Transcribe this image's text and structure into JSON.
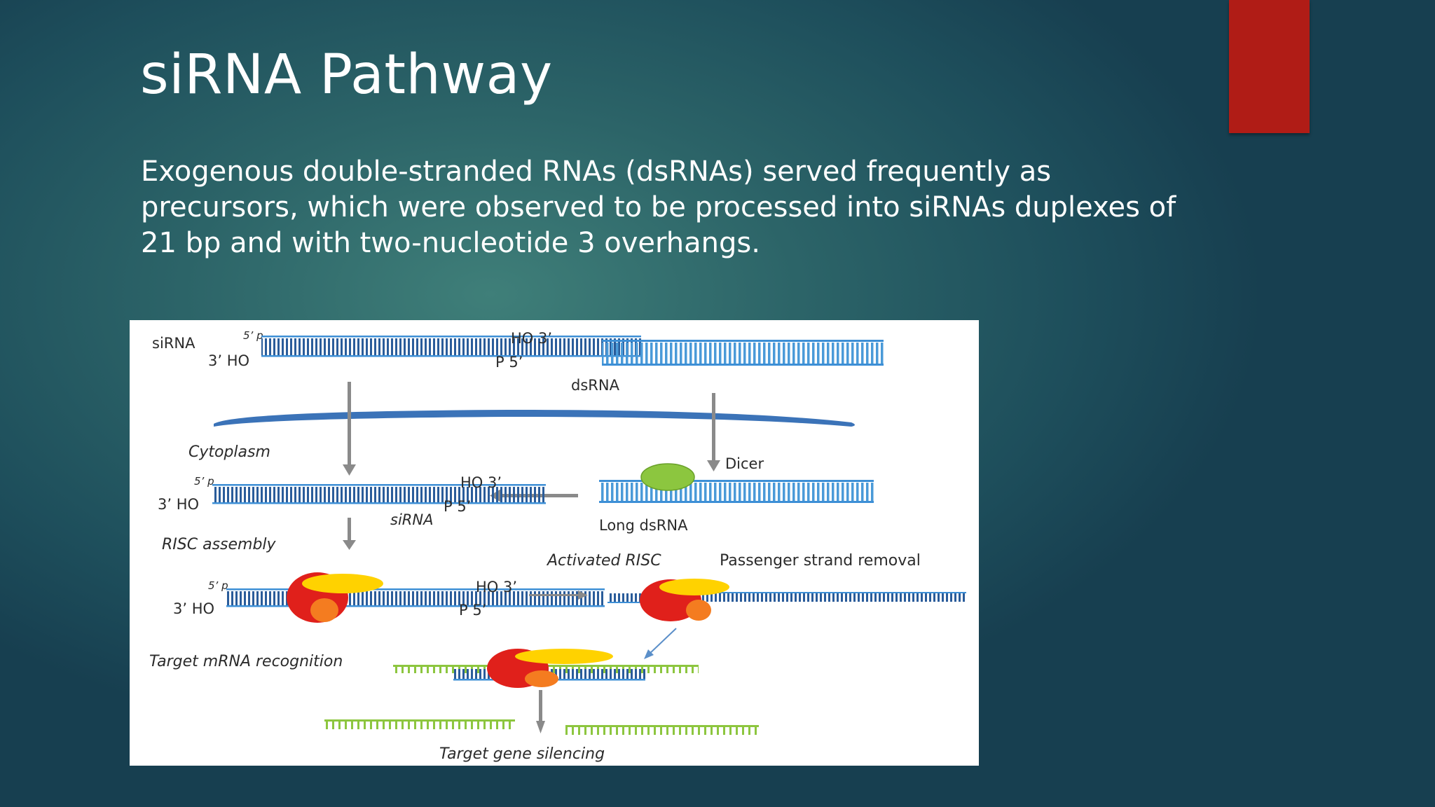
{
  "slide": {
    "title": "siRNA Pathway",
    "body": "Exogenous double-stranded RNAs (dsRNAs) served frequently as precursors, which were observed to be processed into siRNAs duplexes of 21 bp and with two-nucleotide 3 overhangs.",
    "accent_color": "#b01c16"
  },
  "diagram": {
    "labels": {
      "sirna_top": "siRNA",
      "five_p": "5’ p",
      "three_ho": "3’ HO",
      "ho_three": "HO 3’",
      "p_five": "P 5’",
      "dsrna": "dsRNA",
      "cytoplasm": "Cytoplasm",
      "dicer": "Dicer",
      "long_dsrna": "Long dsRNA",
      "sirna_mid": "siRNA",
      "risc_assembly": "RISC assembly",
      "activated_risc": "Activated RISC",
      "passenger_removal": "Passenger strand removal",
      "target_recognition": "Target mRNA recognition",
      "target_silencing": "Target gene silencing"
    },
    "colors": {
      "strand_blue": "#3d8fd6",
      "strand_dark": "#1f4f8f",
      "membrane": "#3b73b8",
      "dicer_green": "#8cc63f",
      "ago_red": "#e0201b",
      "risc_yellow": "#ffd200",
      "risc_orange": "#f47c20",
      "mrna_green": "#8dc63f",
      "arrow_gray": "#8a8a8a"
    }
  }
}
